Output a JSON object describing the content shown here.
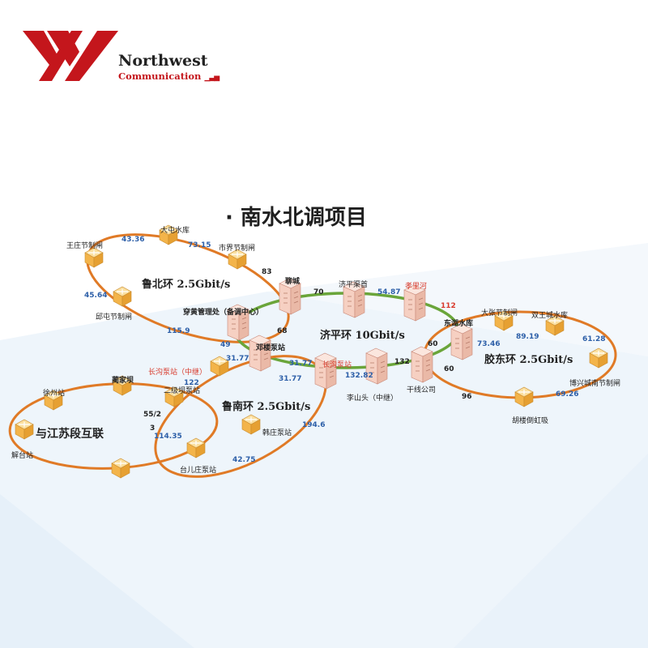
{
  "header": {
    "company": "Northwest",
    "company_sub": "Communication",
    "brand_color": "#c4161c"
  },
  "title": "· 南水北调项目",
  "colors": {
    "ring_orange": "#e07a26",
    "ring_green": "#6aa53a",
    "blue_label": "#2d5fa8",
    "red_label": "#d83a2c",
    "node_fill": "#f6c35a",
    "building_fill": "#f7d3c6"
  },
  "rings": [
    {
      "id": "lubei",
      "label": "鲁北环 2.5Gbit/s"
    },
    {
      "id": "jiping",
      "label": "济平环 10Gbit/s"
    },
    {
      "id": "jiaodong",
      "label": "胶东环 2.5Gbit/s"
    },
    {
      "id": "lunan",
      "label": "鲁南环 2.5Gbit/s"
    },
    {
      "id": "jiangsu",
      "label": "与江苏段互联"
    }
  ],
  "nodes": [
    {
      "id": "dadian",
      "name": "大屯水库",
      "type": "box",
      "icon": "switch-icon"
    },
    {
      "id": "wangzhuang",
      "name": "王庄节制闸",
      "type": "box",
      "icon": "switch-icon"
    },
    {
      "id": "shijie",
      "name": "市界节制闸",
      "type": "box",
      "icon": "switch-icon"
    },
    {
      "id": "qiutun",
      "name": "邱屯节制闸",
      "type": "box",
      "icon": "switch-icon"
    },
    {
      "id": "chuanhuang",
      "name": "穿黄管理处（备调中心）",
      "type": "building",
      "icon": "building-icon"
    },
    {
      "id": "liaocheng",
      "name": "聊城",
      "type": "building",
      "icon": "building-icon"
    },
    {
      "id": "jiping_qs",
      "name": "济平渠首",
      "type": "building",
      "icon": "building-icon"
    },
    {
      "id": "xiaoli",
      "name": "孝里河",
      "type": "building",
      "icon": "building-icon",
      "red": true
    },
    {
      "id": "donghu",
      "name": "东湖水库",
      "type": "building",
      "icon": "building-icon"
    },
    {
      "id": "ganxian",
      "name": "干线公司",
      "type": "building",
      "icon": "building-icon"
    },
    {
      "id": "lishantou",
      "name": "李山头（中继）",
      "type": "building",
      "icon": "building-icon"
    },
    {
      "id": "changgou",
      "name": "长沟泵站",
      "type": "building",
      "icon": "building-icon",
      "red": true
    },
    {
      "id": "denglou",
      "name": "邓楼泵站",
      "type": "building",
      "icon": "building-icon"
    },
    {
      "id": "changgou_zj",
      "name": "长沟泵站（中继）",
      "type": "box",
      "icon": "switch-icon",
      "red": true
    },
    {
      "id": "dazhang",
      "name": "大张节制闸",
      "type": "box",
      "icon": "switch-icon"
    },
    {
      "id": "shuangwang",
      "name": "双王城水库",
      "type": "box",
      "icon": "switch-icon"
    },
    {
      "id": "boxing",
      "name": "博兴城南节制闸",
      "type": "box",
      "icon": "switch-icon"
    },
    {
      "id": "hulou",
      "name": "胡楼倒虹吸",
      "type": "box",
      "icon": "switch-icon"
    },
    {
      "id": "hanzhuang",
      "name": "韩庄泵站",
      "type": "box",
      "icon": "switch-icon"
    },
    {
      "id": "taierzhuang",
      "name": "台儿庄泵站",
      "type": "box",
      "icon": "switch-icon"
    },
    {
      "id": "erjiba",
      "name": "二级坝泵站",
      "type": "box",
      "icon": "switch-icon"
    },
    {
      "id": "linjiaba",
      "name": "蔺家坝",
      "type": "box",
      "icon": "switch-icon"
    },
    {
      "id": "xuzhou",
      "name": "徐州站",
      "type": "box",
      "icon": "switch-icon"
    },
    {
      "id": "jietai",
      "name": "解台站",
      "type": "box",
      "icon": "switch-icon"
    },
    {
      "id": "lower_js",
      "name": "",
      "type": "box",
      "icon": "switch-icon"
    }
  ],
  "link_values": [
    {
      "text": "43.36",
      "color": "blue"
    },
    {
      "text": "73.15",
      "color": "blue"
    },
    {
      "text": "83",
      "color": "dark"
    },
    {
      "text": "45.64",
      "color": "blue"
    },
    {
      "text": "115.9",
      "color": "blue"
    },
    {
      "text": "70",
      "color": "dark"
    },
    {
      "text": "54.87",
      "color": "blue"
    },
    {
      "text": "112",
      "color": "red"
    },
    {
      "text": "68",
      "color": "dark"
    },
    {
      "text": "49",
      "color": "blue"
    },
    {
      "text": "31.77",
      "color": "blue"
    },
    {
      "text": "31.77",
      "color": "blue"
    },
    {
      "text": "31.77",
      "color": "blue"
    },
    {
      "text": "132.82",
      "color": "blue"
    },
    {
      "text": "132",
      "color": "dark"
    },
    {
      "text": "60",
      "color": "dark"
    },
    {
      "text": "60",
      "color": "dark"
    },
    {
      "text": "73.46",
      "color": "blue"
    },
    {
      "text": "89.19",
      "color": "blue"
    },
    {
      "text": "61.28",
      "color": "blue"
    },
    {
      "text": "69.26",
      "color": "blue"
    },
    {
      "text": "96",
      "color": "dark"
    },
    {
      "text": "122",
      "color": "blue"
    },
    {
      "text": "194.6",
      "color": "blue"
    },
    {
      "text": "42.75",
      "color": "blue"
    },
    {
      "text": "114.35",
      "color": "blue"
    },
    {
      "text": "55/2",
      "color": "dark"
    },
    {
      "text": "3",
      "color": "dark"
    }
  ]
}
